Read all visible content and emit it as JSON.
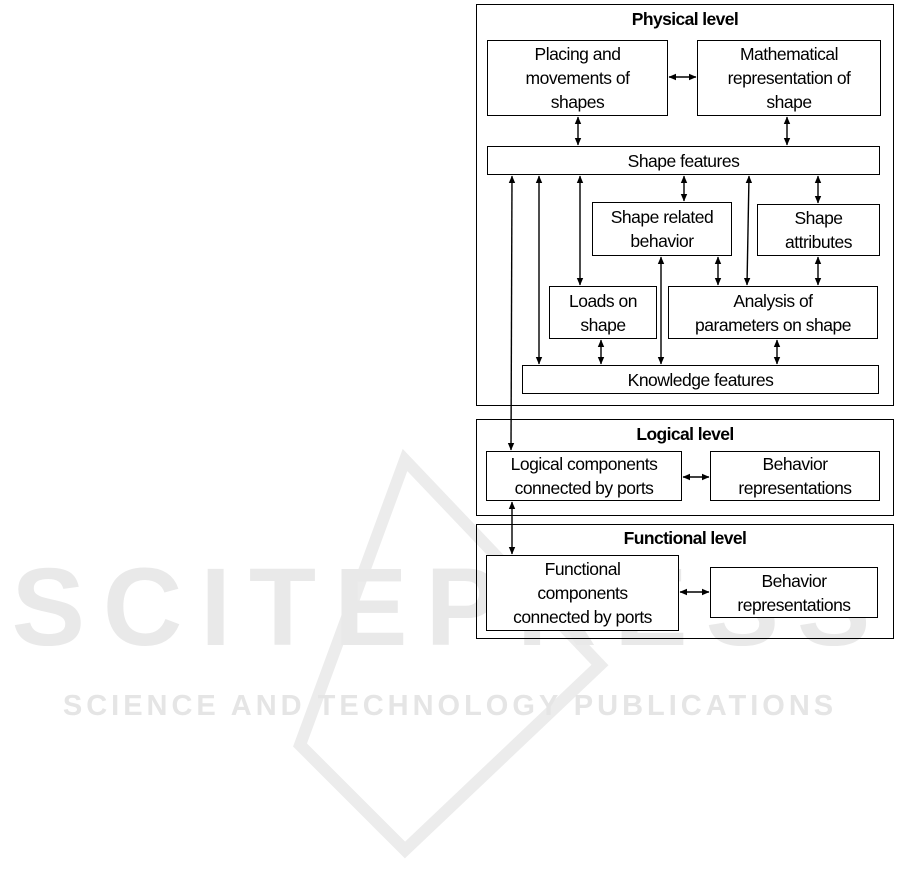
{
  "watermark": {
    "big_text": "SCITEPRESS",
    "small_text": "SCIENCE AND TECHNOLOGY PUBLICATIONS"
  },
  "levels": {
    "physical": {
      "title": "Physical level",
      "placing": "Placing and\nmovements of\nshapes",
      "math_repr": "Mathematical\nrepresentation of\nshape",
      "shape_features": "Shape features",
      "shape_behavior": "Shape related\nbehavior",
      "shape_attributes": "Shape\nattributes",
      "loads": "Loads on\nshape",
      "analysis": "Analysis of\nparameters on shape",
      "knowledge": "Knowledge features"
    },
    "logical": {
      "title": "Logical level",
      "components": "Logical components\nconnected by ports",
      "behavior": "Behavior\nrepresentations"
    },
    "functional": {
      "title": "Functional level",
      "components": "Functional\ncomponents\nconnected by ports",
      "behavior": "Behavior\nrepresentations"
    }
  }
}
